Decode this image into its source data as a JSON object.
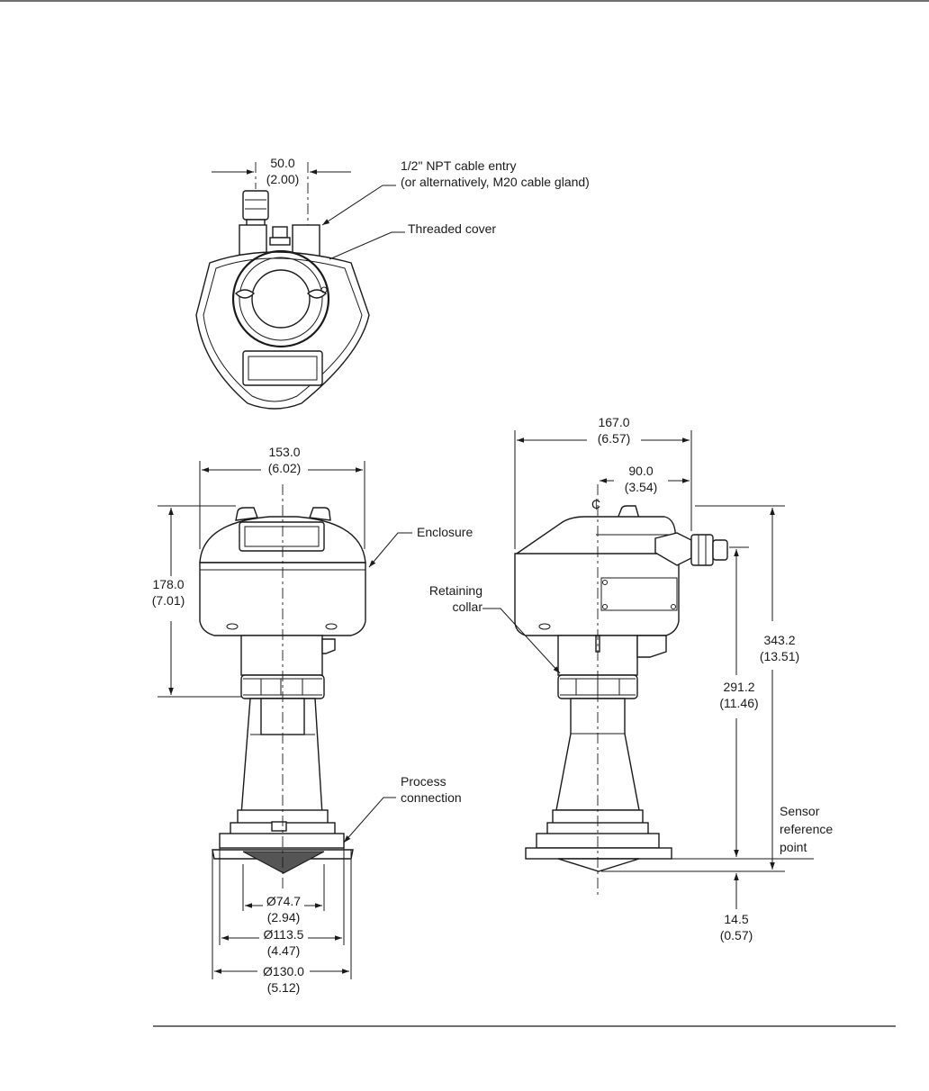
{
  "callouts": {
    "cable_entry_line1": "1/2\" NPT cable entry",
    "cable_entry_line2": "(or alternatively, M20 cable gland)",
    "threaded_cover": "Threaded cover",
    "enclosure": "Enclosure",
    "retaining_collar_line1": "Retaining",
    "retaining_collar_line2": "collar",
    "process_connection_line1": "Process",
    "process_connection_line2": "connection",
    "sensor_ref_line1": "Sensor",
    "sensor_ref_line2": "reference",
    "sensor_ref_line3": "point",
    "centerline_symbol": "₵"
  },
  "dimensions": {
    "top_gland_offset": {
      "mm": "50.0",
      "inch": "(2.00)"
    },
    "front_width": {
      "mm": "153.0",
      "inch": "(6.02)"
    },
    "enclosure_height": {
      "mm": "178.0",
      "inch": "(7.01)"
    },
    "side_width": {
      "mm": "167.0",
      "inch": "(6.57)"
    },
    "side_centerline_offset": {
      "mm": "90.0",
      "inch": "(3.54)"
    },
    "overall_height": {
      "mm": "343.2",
      "inch": "(13.51)"
    },
    "height_to_reference": {
      "mm": "291.2",
      "inch": "(11.46)"
    },
    "antenna_projection": {
      "mm": "14.5",
      "inch": "(0.57)"
    },
    "dia_inner": {
      "mm": "Ø74.7",
      "inch": "(2.94)"
    },
    "dia_mid": {
      "mm": "Ø113.5",
      "inch": "(4.47)"
    },
    "dia_outer": {
      "mm": "Ø130.0",
      "inch": "(5.12)"
    }
  }
}
